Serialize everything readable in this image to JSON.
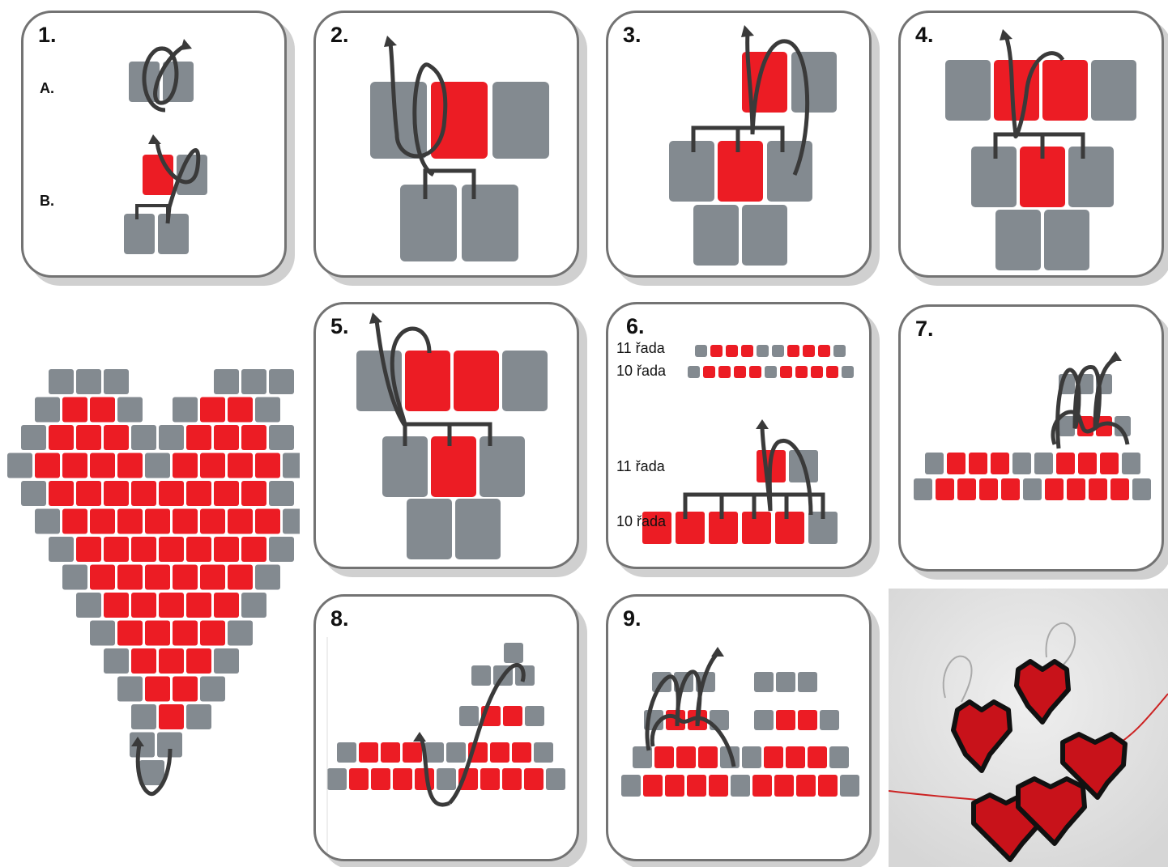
{
  "steps": [
    {
      "label": "1."
    },
    {
      "label": "2."
    },
    {
      "label": "3."
    },
    {
      "label": "4."
    },
    {
      "label": "5."
    },
    {
      "label": "6."
    },
    {
      "label": "7."
    },
    {
      "label": "8."
    },
    {
      "label": "9."
    }
  ],
  "step1": {
    "sub_a": "A.",
    "sub_b": "B."
  },
  "step6": {
    "row11": "11 řada",
    "row10": "10 řada"
  },
  "colors": {
    "bead_gray": "#838a90",
    "bead_red": "#ec1c24",
    "thread": "#3a3a3a",
    "frame": "#737373"
  },
  "icons": [
    "thread-arrow-icon"
  ]
}
